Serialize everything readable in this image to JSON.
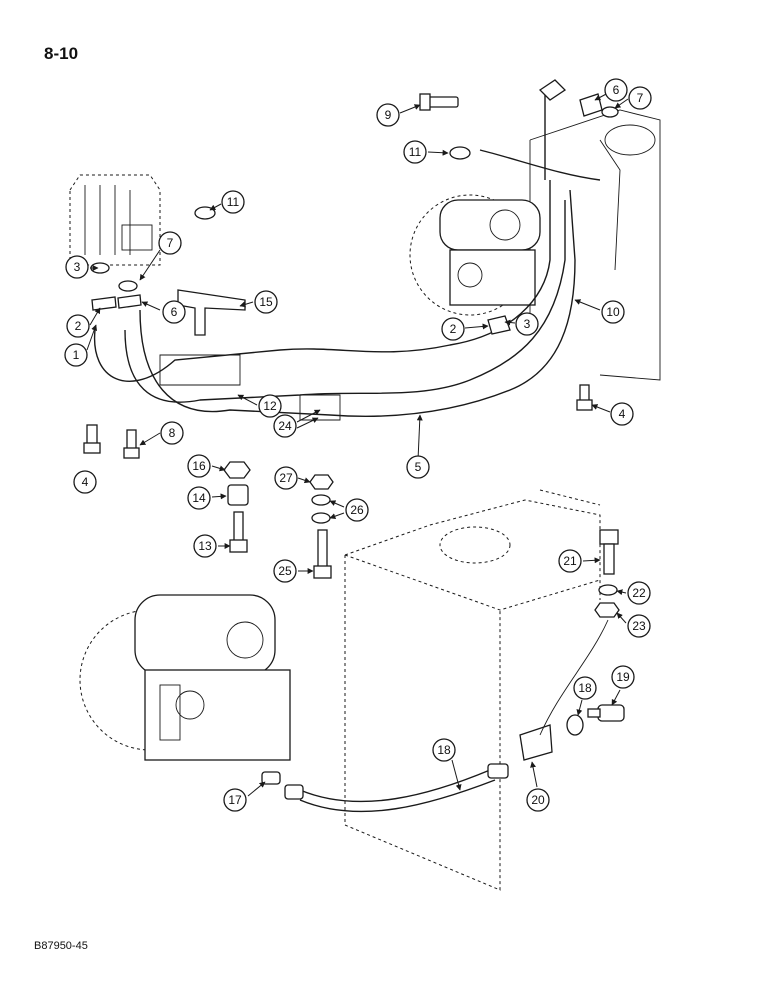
{
  "page": {
    "section_number": "8-10",
    "figure_code": "B87950-45"
  },
  "callouts": [
    "1",
    "2",
    "3",
    "4",
    "5",
    "6",
    "7",
    "8",
    "9",
    "10",
    "11",
    "12",
    "13",
    "14",
    "15",
    "16",
    "17",
    "18",
    "19",
    "20",
    "21",
    "22",
    "23",
    "24",
    "25",
    "26",
    "27"
  ]
}
